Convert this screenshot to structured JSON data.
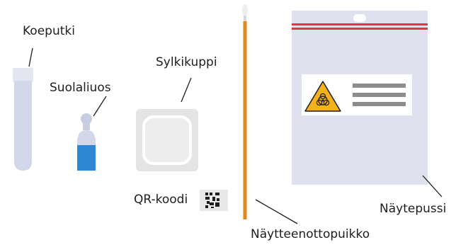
{
  "labels": {
    "test_tube": "Koeputki",
    "saline": "Suolaliuos",
    "spit_cup": "Sylkikuppi",
    "qr_code": "QR-koodi",
    "swab": "Näytteenottopuikko",
    "sample_bag": "Näytepussi"
  },
  "icons": {
    "biohazard": "biohazard-icon",
    "qr": "qr-code-icon"
  },
  "colors": {
    "tube": "#d3d7ea",
    "tube_cap": "#e4e6f1",
    "saline_liquid": "#2f86d2",
    "saline_cap": "#c9cde2",
    "cup": "#e4e4e4",
    "swab_stick": "#e08a1e",
    "bag": "#dfe1ee",
    "bag_stripe": "#e2334a",
    "warning": "#f3b21a",
    "leader_line": "#1e1e1e"
  }
}
